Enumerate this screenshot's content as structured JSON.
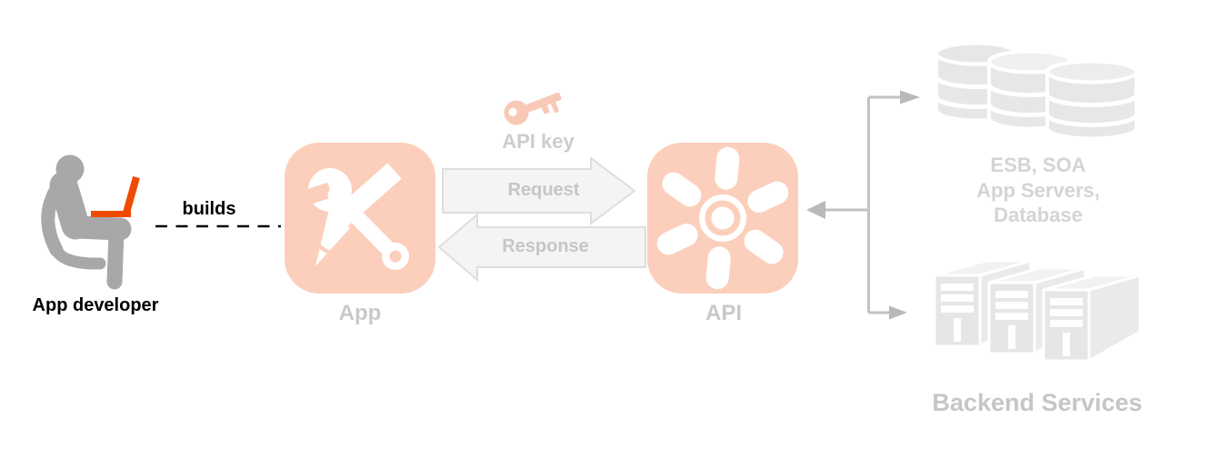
{
  "developer": {
    "label": "App developer",
    "builds_label": "builds"
  },
  "app_tile": {
    "label": "App"
  },
  "api_key": {
    "label": "API key"
  },
  "arrows": {
    "request_label": "Request",
    "response_label": "Response"
  },
  "api_tile": {
    "label": "API"
  },
  "backend_systems": {
    "lines": [
      "ESB, SOA",
      "App Servers,",
      "Database"
    ]
  },
  "backend_services": {
    "label": "Backend Services"
  },
  "colors": {
    "tile_salmon": "#FBCFBC",
    "key_salmon": "#F8C9B6",
    "laptop_orange": "#F04A00",
    "person_gray": "#A8A8A8",
    "faded_icon_gray": "#E7E7E7",
    "faded_text_gray": "#C9C9C9",
    "connector_gray": "#C2C2C2",
    "arrow_fill": "#F4F4F4",
    "arrow_stroke": "#DEDEDE",
    "dark_text": "#000000"
  }
}
